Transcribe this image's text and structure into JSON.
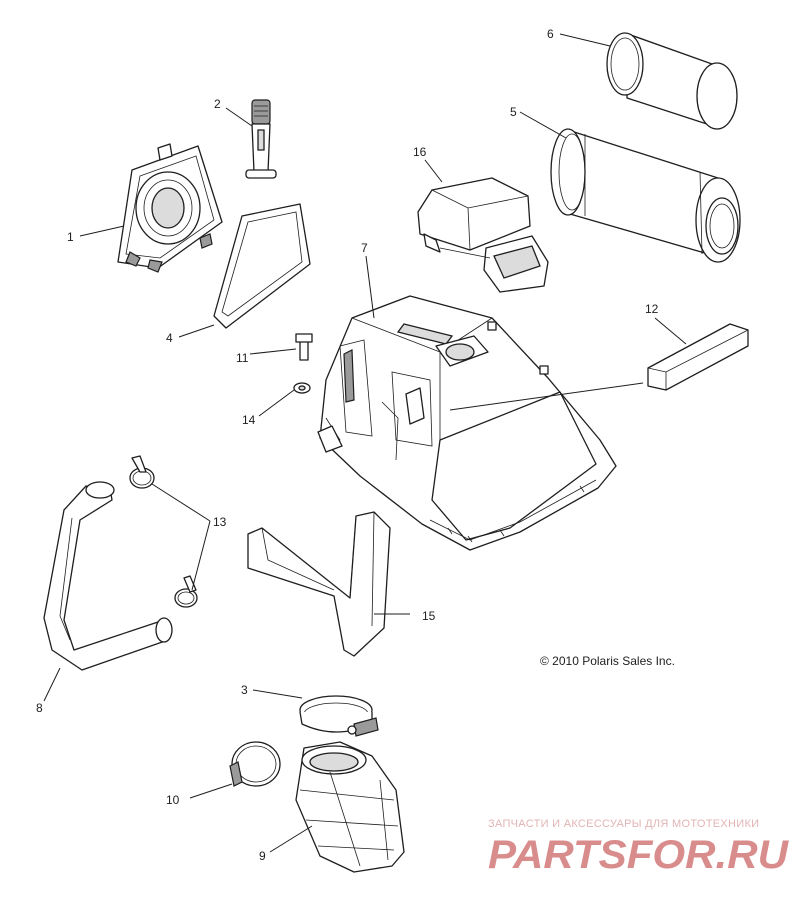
{
  "diagram": {
    "callouts": [
      {
        "id": "c1",
        "label": "1"
      },
      {
        "id": "c2",
        "label": "2"
      },
      {
        "id": "c3",
        "label": "3"
      },
      {
        "id": "c4",
        "label": "4"
      },
      {
        "id": "c5",
        "label": "5"
      },
      {
        "id": "c6",
        "label": "6"
      },
      {
        "id": "c7",
        "label": "7"
      },
      {
        "id": "c8",
        "label": "8"
      },
      {
        "id": "c9",
        "label": "9"
      },
      {
        "id": "c10",
        "label": "10"
      },
      {
        "id": "c11",
        "label": "11"
      },
      {
        "id": "c12",
        "label": "12"
      },
      {
        "id": "c13",
        "label": "13"
      },
      {
        "id": "c14",
        "label": "14"
      },
      {
        "id": "c15",
        "label": "15"
      },
      {
        "id": "c16",
        "label": "16"
      }
    ],
    "copyright": "© 2010 Polaris Sales Inc."
  },
  "watermark": {
    "tagline": "ЗАПЧАСТИ И АКСЕССУАРЫ ДЛЯ МОТОТЕХНИКИ",
    "logo_text": "PARTSFOR.RU",
    "color": "#d98c8c"
  }
}
